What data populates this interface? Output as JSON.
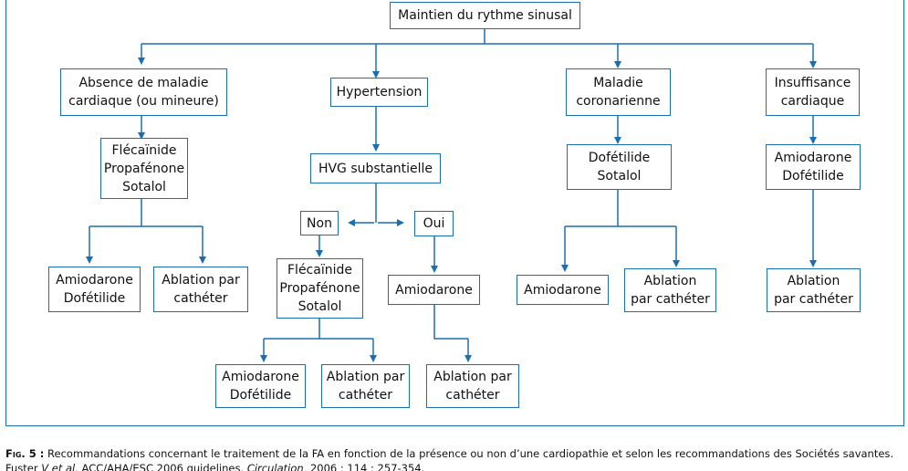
{
  "nodes": {
    "root": "Maintien du rythme sinusal",
    "absence": "Absence de maladie\ncardiaque (ou mineure)",
    "hypertension": "Hypertension",
    "coronarienne": "Maladie\ncoronarienne",
    "insuffisance": "Insuffisance\ncardiaque",
    "absence_drugs": "Flécaïnide\nPropafénone\nSotalol",
    "hvg": "HVG substantielle",
    "coro_drugs": "Dofétilide\nSotalol",
    "insuf_drugs": "Amiodarone\nDofétilide",
    "non": "Non",
    "oui": "Oui",
    "absence_amio": "Amiodarone\nDofétilide",
    "absence_ablation": "Ablation par\ncathéter",
    "non_drugs": "Flécaïnide\nPropafénone\nSotalol",
    "oui_amio": "Amiodarone",
    "coro_amio": "Amiodarone",
    "coro_ablation": "Ablation\npar cathéter",
    "insuf_ablation": "Ablation\npar cathéter",
    "non_amio": "Amiodarone\nDofétilide",
    "non_ablation": "Ablation par\ncathéter",
    "oui_ablation": "Ablation par\ncathéter"
  },
  "caption": {
    "fig_label": "Fig. 5 :",
    "text_1": " Recommandations concernant le traitement de la FA en fonction de la présence ou non d’une cardiopathie et selon les recommandations des Sociétés savantes. Fuster ",
    "authors": "V et al.",
    "text_2": " ACC/AHA/ESC 2006 guidelines. ",
    "journal": "Circulation,",
    "text_3": " 2006 ; 114 : 257-354."
  },
  "colors": {
    "line": "#1a6fb0",
    "text": "#111111"
  }
}
